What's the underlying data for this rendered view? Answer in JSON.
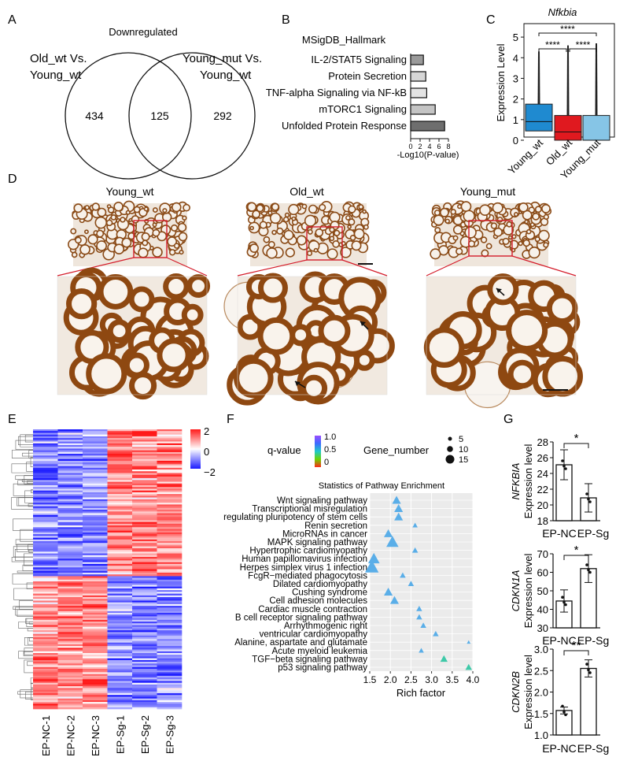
{
  "panel_letters": {
    "a": "A",
    "b": "B",
    "c": "C",
    "d": "D",
    "e": "E",
    "f": "F",
    "g": "G"
  },
  "venn": {
    "title": "Downregulated",
    "left_label_1": "Old_wt Vs.",
    "left_label_2": "Young_wt",
    "right_label_1": "Young_mut Vs.",
    "right_label_2": "Young_wt",
    "left_only": "434",
    "overlap": "125",
    "right_only": "292"
  },
  "colors": {
    "young_wt": "#1f8ad0",
    "old_wt": "#e0191f",
    "young_mut": "#86c5e6",
    "heat_low": "#1a1aff",
    "heat_high": "#ff1a1a",
    "scale_bar": "#111111",
    "box_red": "#d41c2a"
  },
  "chart_data": [
    {
      "type": "bar",
      "orientation": "horizontal",
      "title": "MSigDB_Hallmark",
      "categories": [
        "IL-2/STAT5 Signaling",
        "Protein Secretion",
        "TNF-alpha Signaling via NF-kB",
        "mTORC1 Signaling",
        "Unfolded Protein Response"
      ],
      "values": [
        2.7,
        3.2,
        3.4,
        5.2,
        7.2
      ],
      "xlabel": "-Log10(P-value)",
      "xlim": [
        0,
        8
      ],
      "xticks": [
        "0",
        "2",
        "4",
        "6",
        "8"
      ]
    },
    {
      "type": "box",
      "title": "Nfkbia",
      "ylabel": "Expression Level",
      "categories": [
        "Young_wt",
        "Old_wt",
        "Young_mut"
      ],
      "series": [
        {
          "name": "Young_wt",
          "q1": 0.45,
          "median": 0.9,
          "q3": 1.75,
          "whisker_low": 0,
          "whisker_high": 4.3
        },
        {
          "name": "Old_wt",
          "q1": 0.0,
          "median": 0.4,
          "q3": 1.2,
          "whisker_low": 0,
          "whisker_high": 4.6
        },
        {
          "name": "Young_mut",
          "q1": 0.0,
          "median": 0.0,
          "q3": 1.2,
          "whisker_low": 0,
          "whisker_high": 4.7
        }
      ],
      "ylim": [
        0,
        5.5
      ],
      "yticks": [
        "0",
        "1",
        "2",
        "3",
        "4",
        "5"
      ],
      "significance": [
        {
          "from": "Young_wt",
          "to": "Young_mut",
          "label": "****"
        },
        {
          "from": "Young_wt",
          "to": "Old_wt",
          "label": "****"
        },
        {
          "from": "Old_wt",
          "to": "Young_mut",
          "label": "****"
        }
      ]
    },
    {
      "type": "heatmap",
      "columns": [
        "EP-NC-1",
        "EP-NC-2",
        "EP-NC-3",
        "EP-Sg-1",
        "EP-Sg-2",
        "EP-Sg-3"
      ],
      "legend_ticks": [
        "2",
        "0",
        "−2"
      ],
      "value_range": [
        -2,
        2
      ]
    },
    {
      "type": "scatter",
      "title": "Statistics of Pathway Enrichment",
      "xlabel": "Rich factor",
      "xlim": [
        1.5,
        4.0
      ],
      "xticks": [
        "1.5",
        "2.0",
        "2.5",
        "3.0",
        "3.5",
        "4.0"
      ],
      "color_legend_title": "q-value",
      "color_ticks": [
        "1.0",
        "0.5",
        "0"
      ],
      "size_legend_title": "Gene_number",
      "size_ticks": [
        "5",
        "10",
        "15"
      ],
      "categories": [
        "Wnt signaling pathway",
        "Transcriptional misregulation",
        "regulating pluripotency of stem cells",
        "Renin secretion",
        "MicroRNAs in cancer",
        "MAPK signaling pathway",
        "Hypertrophic cardiomyopathy",
        "Human papillomavirus infection",
        "Herpes simplex virus 1 infection",
        "FcgR−mediated phagocytosis",
        "Dilated cardiomyopathy",
        "Cushing syndrome",
        "Cell adhesion molecules",
        "Cardiac muscle contraction",
        "B cell receptor signaling pathway",
        "Arrhythmogenic right",
        "ventricular cardiomyopathy",
        "Alanine, aspartate and glutamate",
        "Acute myeloid leukemia",
        "TGF−beta signaling pathway",
        "p53 signaling pathway"
      ],
      "points": [
        {
          "x": 2.15,
          "size": 9
        },
        {
          "x": 2.2,
          "size": 9
        },
        {
          "x": 2.2,
          "size": 9
        },
        {
          "x": 2.6,
          "size": 4
        },
        {
          "x": 1.95,
          "size": 9
        },
        {
          "x": 2.05,
          "size": 14
        },
        {
          "x": 2.6,
          "size": 5
        },
        {
          "x": 1.6,
          "size": 13
        },
        {
          "x": 1.55,
          "size": 16
        },
        {
          "x": 2.3,
          "size": 5
        },
        {
          "x": 2.5,
          "size": 5
        },
        {
          "x": 1.95,
          "size": 9
        },
        {
          "x": 2.1,
          "size": 9
        },
        {
          "x": 2.7,
          "size": 5
        },
        {
          "x": 2.7,
          "size": 5
        },
        {
          "x": 2.8,
          "size": 5
        },
        {
          "x": 3.1,
          "size": 5
        },
        {
          "x": 3.9,
          "size": 2
        },
        {
          "x": 2.75,
          "size": 4
        },
        {
          "x": 3.3,
          "size": 7
        },
        {
          "x": 3.9,
          "size": 6
        }
      ]
    },
    {
      "type": "bar",
      "title": "",
      "ylabel_gene": "NFKBIA",
      "ylabel": "Expression level",
      "categories": [
        "EP-NC",
        "EP-Sg"
      ],
      "values": [
        25.1,
        20.9
      ],
      "errors": [
        1.9,
        1.8
      ],
      "ylim": [
        18,
        28
      ],
      "yticks": [
        "18",
        "20",
        "22",
        "24",
        "26",
        "28"
      ],
      "significance": "*"
    },
    {
      "type": "bar",
      "title": "",
      "ylabel_gene": "CDKN1A",
      "ylabel": "Expression level",
      "categories": [
        "EP-NC",
        "EP-Sg"
      ],
      "values": [
        44.5,
        62
      ],
      "errors": [
        6,
        7.5
      ],
      "ylim": [
        30,
        70
      ],
      "yticks": [
        "30",
        "40",
        "50",
        "60",
        "70"
      ],
      "significance": "*"
    },
    {
      "type": "bar",
      "title": "",
      "ylabel_gene": "CDKN2B",
      "ylabel": "Expression level",
      "categories": [
        "EP-NC",
        "EP-Sg"
      ],
      "values": [
        1.57,
        2.55
      ],
      "errors": [
        0.08,
        0.2
      ],
      "ylim": [
        1.0,
        3.0
      ],
      "yticks": [
        "1.0",
        "1.5",
        "2.0",
        "2.5",
        "3.0"
      ],
      "significance": "**"
    }
  ],
  "micrographs": {
    "titles": [
      "Young_wt",
      "Old_wt",
      "Young_mut"
    ]
  }
}
